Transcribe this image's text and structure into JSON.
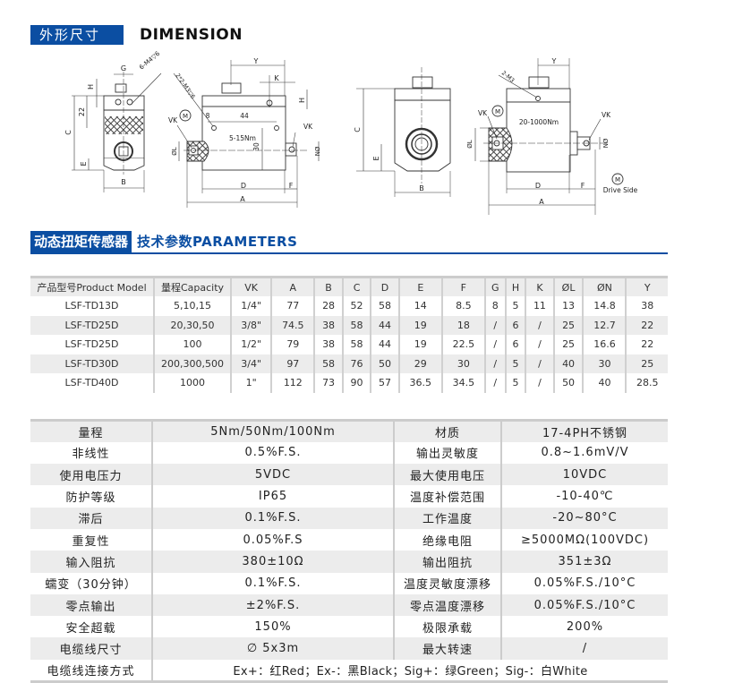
{
  "dimension_section": {
    "badge": "外形尺寸",
    "title": "DIMENSION"
  },
  "drawings": {
    "view1": {
      "labels": {
        "G": "G",
        "H": "H",
        "C": "C",
        "E": "E",
        "B": "B",
        "dim22": "22",
        "thread": "6-M4▽6"
      }
    },
    "view2": {
      "labels": {
        "Y": "Y",
        "K": "K",
        "H": "H",
        "thread": "2*2-M3▽6",
        "M": "M",
        "VK_left": "VK",
        "VK_right": "VK",
        "dim8": "8",
        "dim44": "44",
        "dim30": "30",
        "range": "5-15Nm",
        "L": "ØL",
        "N": "ØN",
        "D": "D",
        "F": "F",
        "A": "A"
      }
    },
    "view3": {
      "labels": {
        "C": "C",
        "E": "E",
        "B": "B"
      }
    },
    "view4": {
      "labels": {
        "Y": "Y",
        "thread": "2-M3",
        "M": "M",
        "VK_left": "VK",
        "VK_right": "VK",
        "range": "20-1000Nm",
        "L": "ØL",
        "N": "ØN",
        "D": "D",
        "F": "F",
        "A": "A",
        "legend_M": "M",
        "legend_text": "Drive Side"
      }
    }
  },
  "parameters_section": {
    "badge": "动态扭矩传感器",
    "title": "技术参数PARAMETERS"
  },
  "model_table": {
    "headers": [
      "产品型号Product Model",
      "量程Capacity",
      "VK",
      "A",
      "B",
      "C",
      "D",
      "E",
      "F",
      "G",
      "H",
      "K",
      "ØL",
      "ØN",
      "Y"
    ],
    "rows": [
      [
        "LSF-TD13D",
        "5,10,15",
        "1/4\"",
        "77",
        "28",
        "52",
        "58",
        "14",
        "8.5",
        "8",
        "5",
        "11",
        "13",
        "14.8",
        "38"
      ],
      [
        "LSF-TD25D",
        "20,30,50",
        "3/8\"",
        "74.5",
        "38",
        "58",
        "44",
        "19",
        "18",
        "/",
        "6",
        "/",
        "25",
        "12.7",
        "22"
      ],
      [
        "LSF-TD25D",
        "100",
        "1/2\"",
        "79",
        "38",
        "58",
        "44",
        "19",
        "22.5",
        "/",
        "6",
        "/",
        "25",
        "16.6",
        "22"
      ],
      [
        "LSF-TD30D",
        "200,300,500",
        "3/4\"",
        "97",
        "58",
        "76",
        "50",
        "29",
        "30",
        "/",
        "5",
        "/",
        "40",
        "30",
        "25"
      ],
      [
        "LSF-TD40D",
        "1000",
        "1\"",
        "112",
        "73",
        "90",
        "57",
        "36.5",
        "34.5",
        "/",
        "5",
        "/",
        "50",
        "40",
        "28.5"
      ]
    ]
  },
  "spec_table": {
    "rows": [
      [
        "量程",
        "5Nm/50Nm/100Nm",
        "材质",
        "17-4PH不锈钢"
      ],
      [
        "非线性",
        "0.5%F.S.",
        "输出灵敏度",
        "0.8~1.6mV/V"
      ],
      [
        "使用电压力",
        "5VDC",
        "最大使用电压",
        "10VDC"
      ],
      [
        "防护等级",
        "IP65",
        "温度补偿范围",
        "-10-40℃"
      ],
      [
        "滞后",
        "0.1%F.S.",
        "工作温度",
        "-20~80°C"
      ],
      [
        "重复性",
        "0.05%F.S",
        "绝缘电阻",
        "≥5000MΩ(100VDC)"
      ],
      [
        "输入阻抗",
        "380±10Ω",
        "输出阻抗",
        "351±3Ω"
      ],
      [
        "蠕变（30分钟）",
        "0.1%F.S.",
        "温度灵敏度漂移",
        "0.05%F.S./10°C"
      ],
      [
        "零点输出",
        "±2%F.S.",
        "零点温度漂移",
        "0.05%F.S./10°C"
      ],
      [
        "安全超载",
        "150%",
        "极限承载",
        "200%"
      ],
      [
        "电缆线尺寸",
        "∅ 5x3m",
        "最大转速",
        "/"
      ]
    ],
    "wiring": {
      "label": "电缆线连接方式",
      "value": "Ex+：红Red；Ex-：黑Black；Sig+：绿Green；Sig-：白White"
    }
  },
  "colors": {
    "brand_blue": "#0b4ea2",
    "row_gray": "#ececec",
    "border_gray": "#cccccc"
  }
}
